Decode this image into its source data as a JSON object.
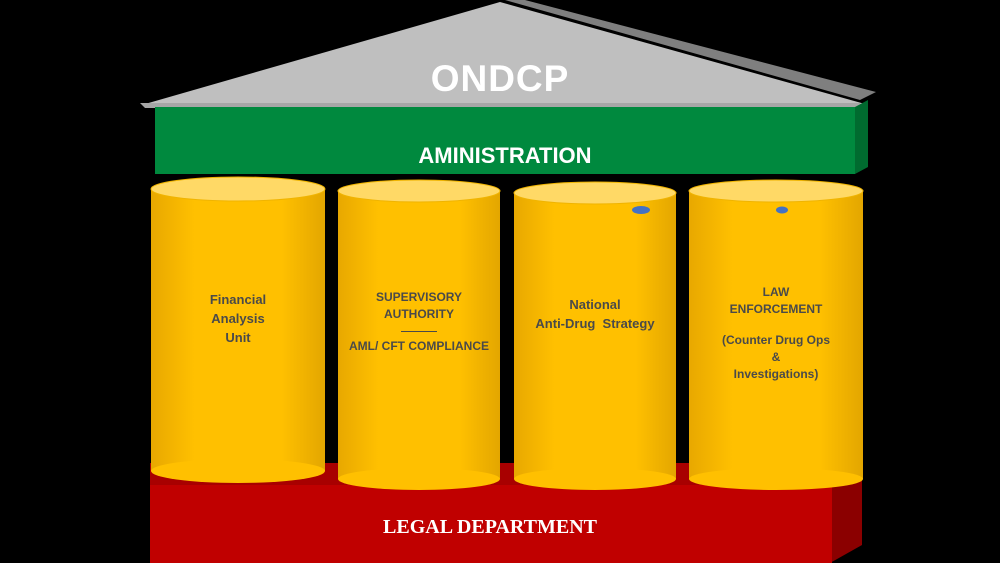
{
  "header": {
    "title": "ONDCP"
  },
  "administration": {
    "label": "AMINISTRATION"
  },
  "pillars": [
    {
      "lines": [
        "Financial",
        "Analysis",
        "Unit"
      ]
    },
    {
      "lines": [
        "SUPERVISORY",
        "AUTHORITY"
      ],
      "sub_lines": [
        "AML/ CFT COMPLIANCE"
      ]
    },
    {
      "lines": [
        "National",
        "Anti-Drug  Strategy"
      ]
    },
    {
      "lines": [
        "LAW",
        "ENFORCEMENT"
      ],
      "sub_lines": [
        "(Counter Drug Ops",
        "&",
        "Investigations)"
      ]
    }
  ],
  "foundation": {
    "label": "LEGAL DEPARTMENT"
  },
  "colors": {
    "background": "#000000",
    "roof": "#bfbfbf",
    "roof_shadow": "#7f7f7f",
    "admin_band": "#00893e",
    "pillar": "#ffc000",
    "pillar_top": "#ffd966",
    "base": "#c00000",
    "accent_dot": "#4472c4"
  }
}
